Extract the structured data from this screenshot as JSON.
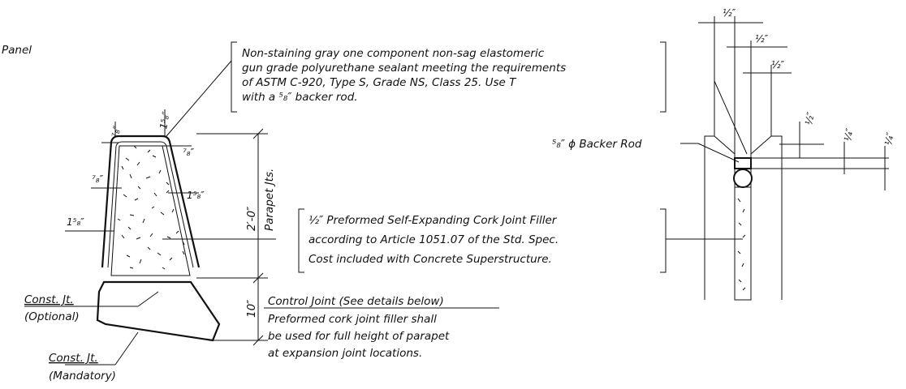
{
  "labels": {
    "panel": "Panel",
    "sealant": [
      "Non-staining gray one component non-sag elastomeric",
      "gun grade polyurethane sealant meeting the requirements",
      "of ASTM C-920, Type S, Grade NS, Class 25. Use T",
      "with a ⁵₈″ backer rod."
    ],
    "backer_rod": "⁵₈″ ϕ Backer Rod",
    "cork": [
      "½″ Preformed Self-Expanding Cork Joint Filler",
      "according to Article 1051.07 of the Std. Spec.",
      "Cost included with Concrete Superstructure."
    ],
    "control_joint": [
      "Control Joint (See details below)",
      "Preformed cork joint filler shall",
      "be used for full height of parapet",
      "at expansion joint locations."
    ],
    "const_jt_optional": [
      "Const. Jt.",
      "(Optional)"
    ],
    "const_jt_mandatory": [
      "Const. Jt.",
      "(Mandatory)"
    ],
    "parapet_jts": "Parapet Jts."
  },
  "dimensions": {
    "left_seven_eighths": "⁷₈″",
    "top_one_five_eighths": "1⁵₈″",
    "right_seven_eighths": "⁷₈″",
    "side_seven_eighths": "⁷₈″",
    "inner_one_five_eighths": "1⁵₈″",
    "outer_one_five_eighths": "1⁵₈″",
    "height_2ft": "2′-0″",
    "height_10in": "10″",
    "half_1": "½″",
    "half_2": "½″",
    "half_3": "½″",
    "half_4": "½″",
    "quarter_1": "¼″",
    "quarter_2": "¼″"
  }
}
